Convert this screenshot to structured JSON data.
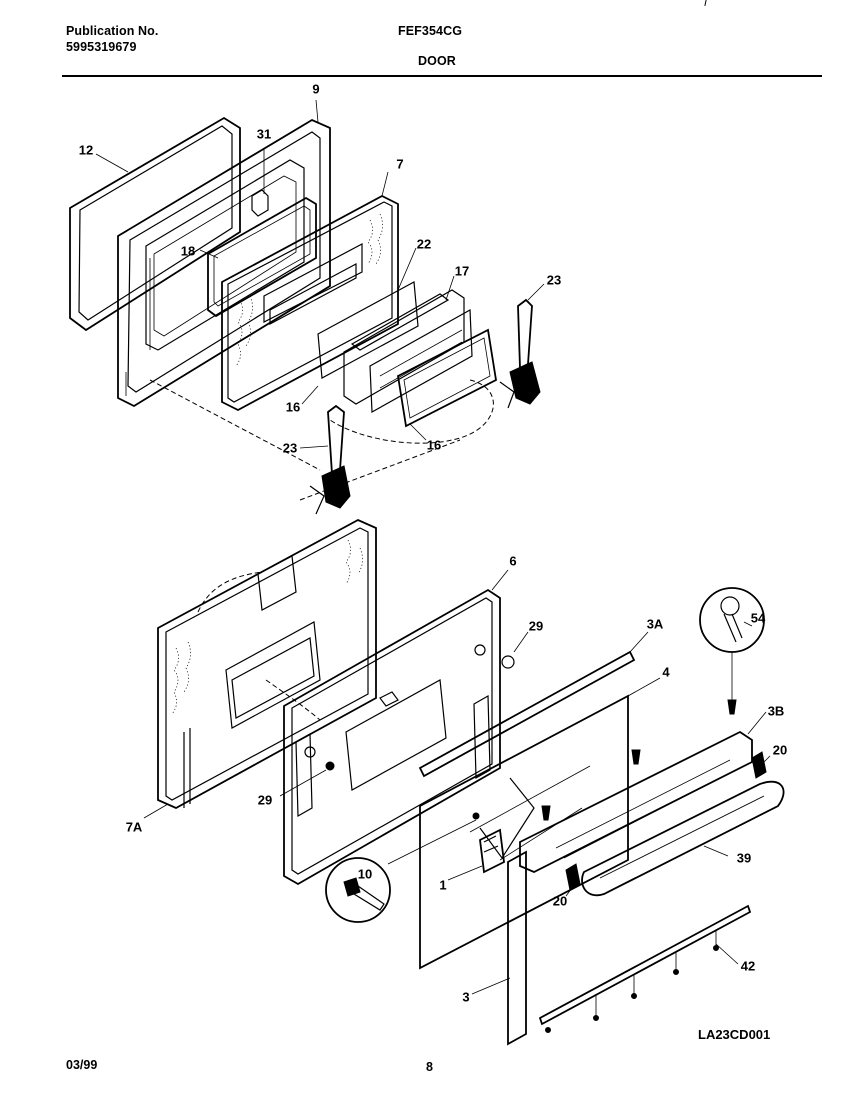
{
  "header": {
    "publication_label": "Publication No.",
    "publication_number": "5995319679",
    "model": "FEF354CG",
    "section": "DOOR"
  },
  "footer": {
    "date": "03/99",
    "page": "8",
    "diagram_code": "LA23CD001"
  },
  "callouts": {
    "c9": "9",
    "c12": "12",
    "c31": "31",
    "c7": "7",
    "c18": "18",
    "c22": "22",
    "c17": "17",
    "c23a": "23",
    "c16a": "16",
    "c16b": "16",
    "c23b": "23",
    "c6": "6",
    "c29a": "29",
    "c3a": "3A",
    "c54": "54",
    "c4": "4",
    "c3b": "3B",
    "c20a": "20",
    "c29b": "29",
    "c7a": "7A",
    "c10": "10",
    "c1": "1",
    "c39": "39",
    "c20b": "20",
    "c42": "42",
    "c3": "3"
  }
}
